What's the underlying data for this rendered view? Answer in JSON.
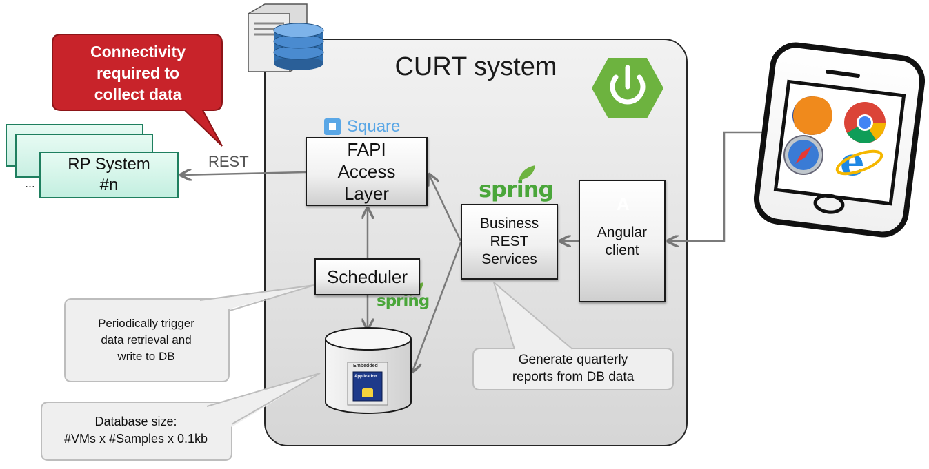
{
  "system": {
    "title": "CURT system"
  },
  "components": {
    "fapi": {
      "lines": [
        "FAPI",
        "Access",
        "Layer"
      ]
    },
    "scheduler": {
      "label": "Scheduler"
    },
    "business": {
      "lines": [
        "Business",
        "REST",
        "Services"
      ]
    },
    "angular": {
      "lines": [
        "Angular",
        "client"
      ]
    },
    "rp_system": {
      "lines": [
        "RP System",
        "#n"
      ]
    },
    "database": {
      "label_top": "Embedded",
      "label_app": "Application"
    }
  },
  "labels": {
    "rest": "REST",
    "square": "Square",
    "spring_top": "spring",
    "spring_bottom": "spring",
    "angular_logo": "A",
    "rp_dots": "..."
  },
  "callouts": {
    "connectivity": {
      "lines": [
        "Connectivity",
        "required to",
        "collect data"
      ]
    },
    "scheduler_note": {
      "lines": [
        "Periodically trigger",
        "data retrieval and",
        "write to DB"
      ]
    },
    "reports_note": {
      "lines": [
        "Generate quarterly",
        "reports from DB data"
      ]
    },
    "db_size_note": {
      "lines": [
        "Database size:",
        "#VMs x #Samples x 0.1kb"
      ]
    }
  },
  "icons": [
    "server-icon",
    "database-stack-icon",
    "spring-boot-power-icon",
    "square-logo-icon",
    "spring-leaf-icon",
    "angular-logo-icon",
    "smartphone-icon",
    "firefox-icon",
    "chrome-icon",
    "safari-icon",
    "internet-explorer-icon"
  ],
  "colors": {
    "callout_red": "#c8232a",
    "rp_green": "#c3efe0",
    "spring_green": "#6db33f",
    "square_blue": "#5aa7e6",
    "angular_red": "#dd1b16"
  }
}
